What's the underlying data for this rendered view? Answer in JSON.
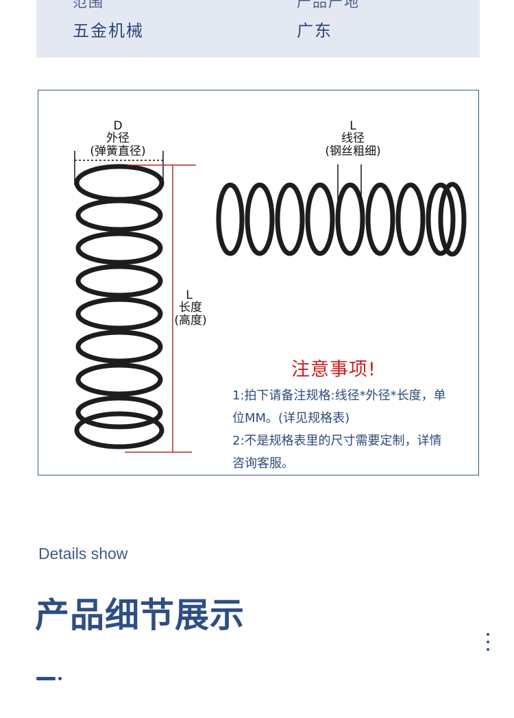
{
  "spec": {
    "left_label": "范围",
    "left_value": "五金机械",
    "right_label": "产品产地",
    "right_value": "广东"
  },
  "diagram": {
    "d_letter": "D",
    "d_name": "外径",
    "d_desc": "(弹簧直径)",
    "wire_letter": "L",
    "wire_name": "线径",
    "wire_desc": "(钢丝粗细)",
    "len_letter": "L",
    "len_name": "长度",
    "len_desc": "(高度)"
  },
  "notice": {
    "title": "注意事项!",
    "line1": "1:拍下请备注规格:线径*外径*长度，单",
    "line2": "位MM。(详见规格表)",
    "line3": "2:不是规格表里的尺寸需要定制，详情",
    "line4": "咨询客服。"
  },
  "details": {
    "english": "Details show",
    "chinese": "产品细节展示"
  },
  "colors": {
    "band_bg": "#e3e8f3",
    "frame_border": "#2d5c80",
    "accent_blue": "#2d4e85",
    "notice_red": "#cc1f1f",
    "dimension_red": "#b02828"
  },
  "icons": {
    "more": "vertical-ellipsis-icon"
  }
}
